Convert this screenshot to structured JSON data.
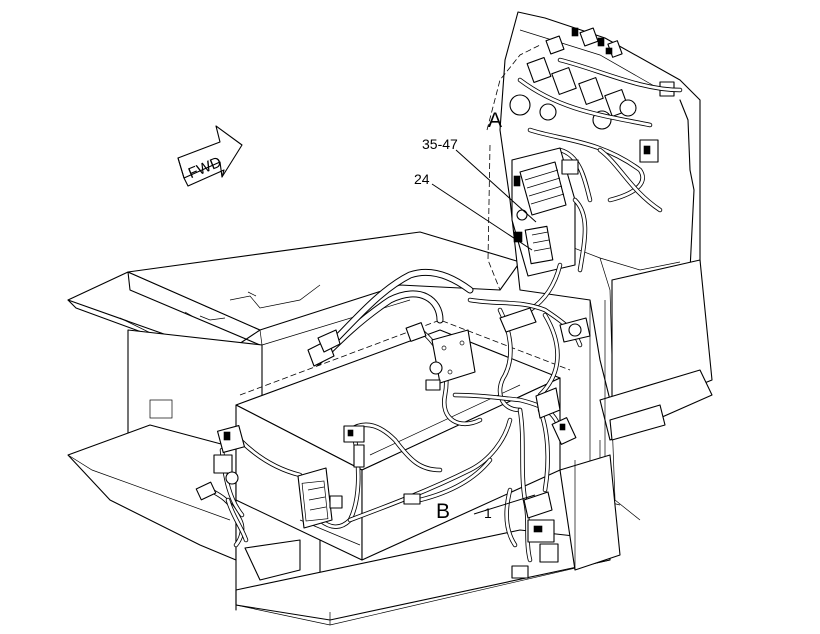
{
  "callouts": {
    "view_a": "A",
    "view_b": "B",
    "part_range": "35-47",
    "part_24": "24",
    "part_1": "1"
  },
  "direction_arrow": {
    "label": "FWD"
  },
  "colors": {
    "line": "#000000",
    "background": "#ffffff"
  }
}
